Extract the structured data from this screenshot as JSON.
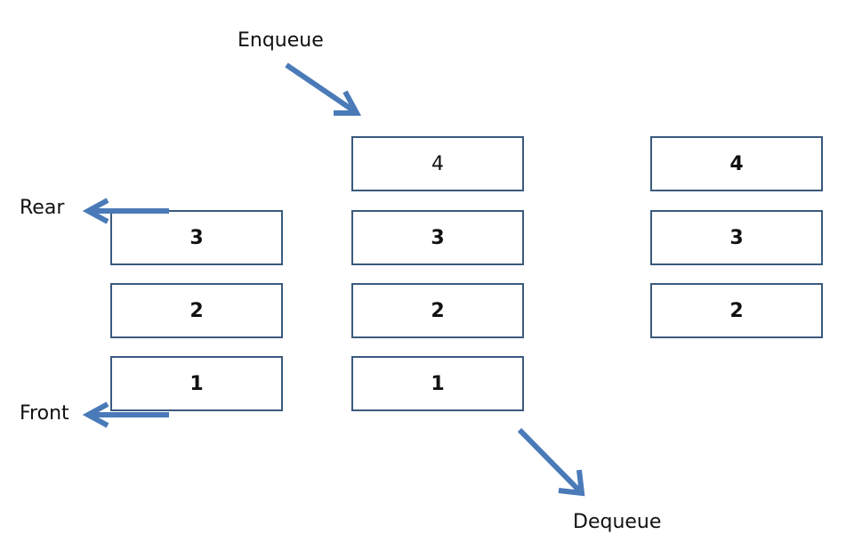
{
  "labels": {
    "enqueue": "Enqueue",
    "dequeue": "Dequeue",
    "rear": "Rear",
    "front": "Front"
  },
  "queues": [
    {
      "items": [
        "3",
        "2",
        "1"
      ]
    },
    {
      "items": [
        "4",
        "3",
        "2",
        "1"
      ]
    },
    {
      "items": [
        "4",
        "3",
        "2"
      ]
    }
  ],
  "colors": {
    "arrow": "#4a7ab8",
    "box_border": "#3b5a7e"
  }
}
